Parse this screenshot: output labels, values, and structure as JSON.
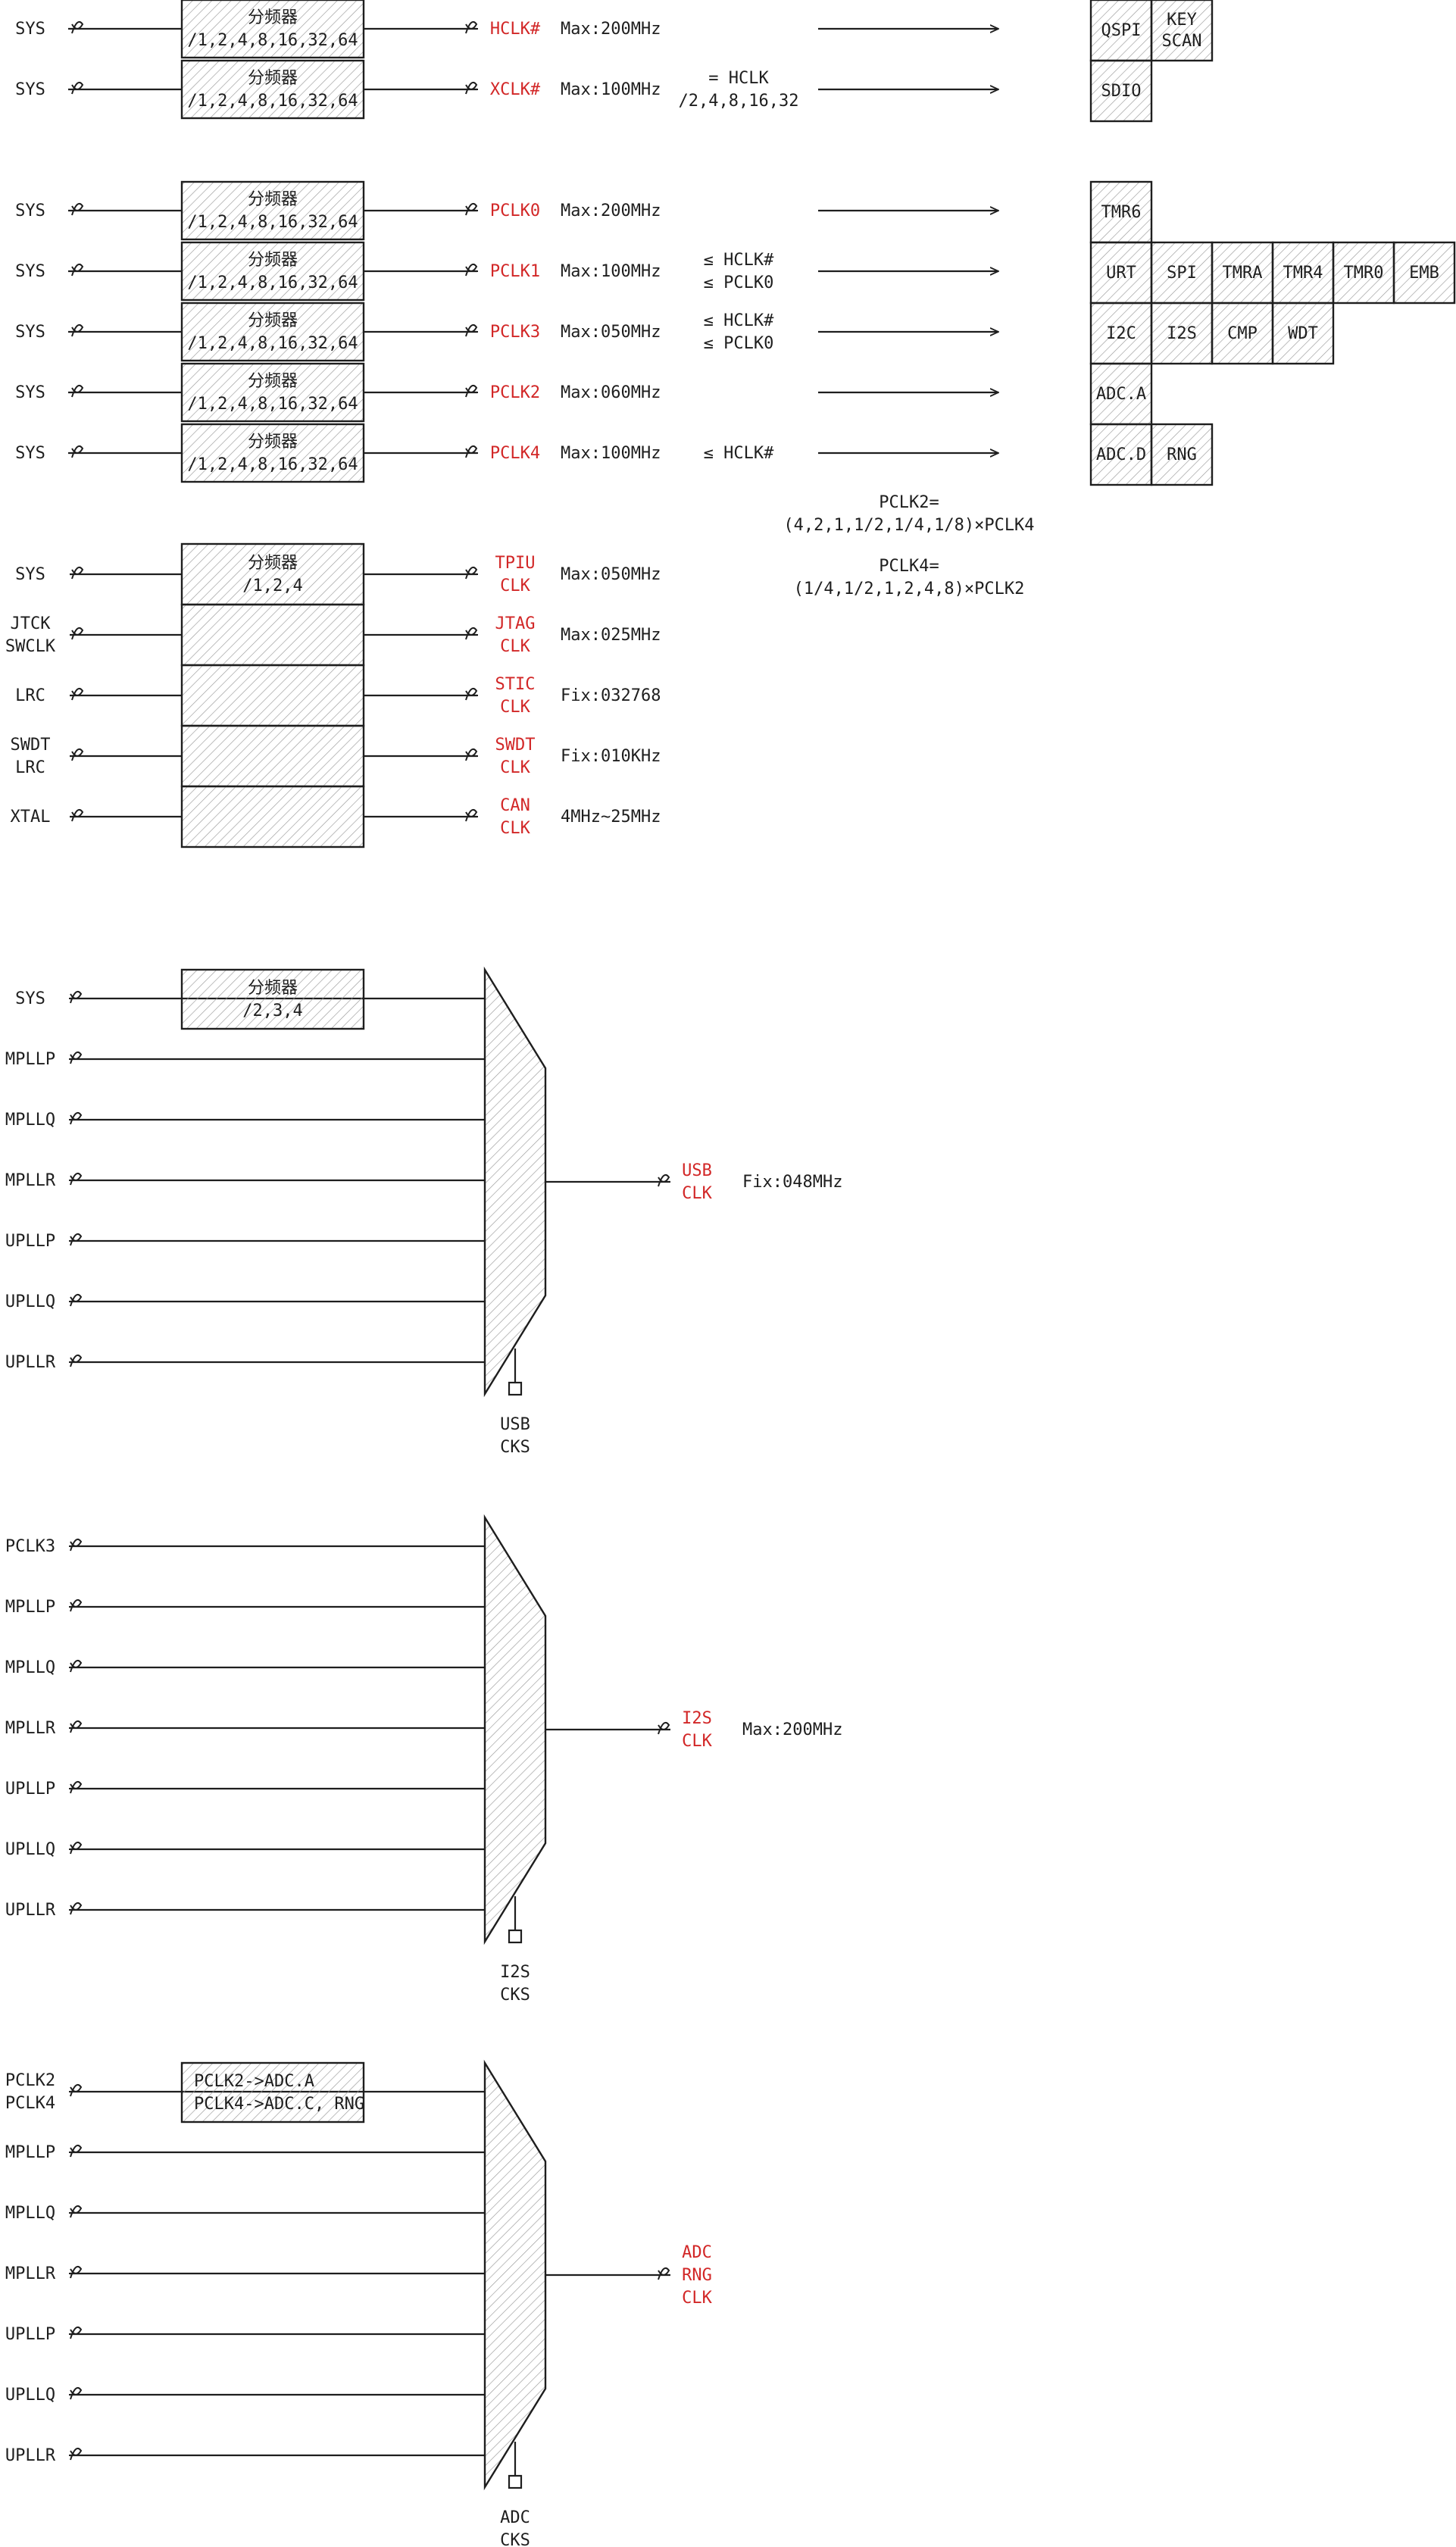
{
  "dividers": [
    {
      "label": "SYS",
      "box": [
        "分频器",
        "/1,2,4,8,16,32,64"
      ],
      "out": "HCLK#",
      "max": "Max:200MHz",
      "note": []
    },
    {
      "label": "SYS",
      "box": [
        "分频器",
        "/1,2,4,8,16,32,64"
      ],
      "out": "XCLK#",
      "max": "Max:100MHz",
      "note": [
        "= HCLK",
        "/2,4,8,16,32"
      ]
    },
    {
      "label": "SYS",
      "box": [
        "分频器",
        "/1,2,4,8,16,32,64"
      ],
      "out": "PCLK0",
      "max": "Max:200MHz",
      "note": []
    },
    {
      "label": "SYS",
      "box": [
        "分频器",
        "/1,2,4,8,16,32,64"
      ],
      "out": "PCLK1",
      "max": "Max:100MHz",
      "note": [
        "≤ HCLK#",
        "≤ PCLK0"
      ]
    },
    {
      "label": "SYS",
      "box": [
        "分频器",
        "/1,2,4,8,16,32,64"
      ],
      "out": "PCLK3",
      "max": "Max:050MHz",
      "note": [
        "≤ HCLK#",
        "≤ PCLK0"
      ]
    },
    {
      "label": "SYS",
      "box": [
        "分频器",
        "/1,2,4,8,16,32,64"
      ],
      "out": "PCLK2",
      "max": "Max:060MHz",
      "note": []
    },
    {
      "label": "SYS",
      "box": [
        "分频器",
        "/1,2,4,8,16,32,64"
      ],
      "out": "PCLK4",
      "max": "Max:100MHz",
      "note": [
        "≤ HCLK#"
      ]
    }
  ],
  "formulas": [
    [
      "PCLK2=",
      "(4,2,1,1/2,1/4,1/8)×PCLK4"
    ],
    [
      "PCLK4=",
      "(1/4,1/2,1,2,4,8)×PCLK2"
    ]
  ],
  "peripheral_rows": [
    [
      "QSPI",
      "KEY\nSCAN"
    ],
    [
      "SDIO"
    ],
    [
      "TMR6"
    ],
    [
      "URT",
      "SPI",
      "TMRA",
      "TMR4",
      "TMR0",
      "EMB"
    ],
    [
      "I2C",
      "I2S",
      "CMP",
      "WDT"
    ],
    [
      "ADC.A"
    ],
    [
      "ADC.D",
      "RNG"
    ]
  ],
  "misc_clocks": [
    {
      "label": [
        "SYS"
      ],
      "box": [
        "分频器",
        "/1,2,4"
      ],
      "out": [
        "TPIU",
        "CLK"
      ],
      "max": "Max:050MHz"
    },
    {
      "label": [
        "JTCK",
        "SWCLK"
      ],
      "box": [],
      "out": [
        "JTAG",
        "CLK"
      ],
      "max": "Max:025MHz"
    },
    {
      "label": [
        "LRC"
      ],
      "box": [],
      "out": [
        "STIC",
        "CLK"
      ],
      "max": "Fix:032768"
    },
    {
      "label": [
        "SWDT",
        "LRC"
      ],
      "box": [],
      "out": [
        "SWDT",
        "CLK"
      ],
      "max": "Fix:010KHz"
    },
    {
      "label": [
        "XTAL"
      ],
      "box": [],
      "out": [
        "CAN",
        "CLK"
      ],
      "max": "4MHz~25MHz"
    }
  ],
  "muxes": [
    {
      "inputs": [
        [
          "SYS"
        ],
        [
          "MPLLP"
        ],
        [
          "MPLLQ"
        ],
        [
          "MPLLR"
        ],
        [
          "UPLLP"
        ],
        [
          "UPLLQ"
        ],
        [
          "UPLLR"
        ]
      ],
      "input_colors": [
        "#1e1e1e",
        "#1e1e1e",
        "#1e1e1e",
        "#1e1e1e",
        "#1e1e1e",
        "#1e1e1e",
        "#1e1e1e"
      ],
      "box": [
        "分频器",
        "/2,3,4"
      ],
      "output": [
        "USB",
        "CLK"
      ],
      "note": "Fix:048MHz",
      "select": [
        "USB",
        "CKS"
      ]
    },
    {
      "inputs": [
        [
          "PCLK3"
        ],
        [
          "MPLLP"
        ],
        [
          "MPLLQ"
        ],
        [
          "MPLLR"
        ],
        [
          "UPLLP"
        ],
        [
          "UPLLQ"
        ],
        [
          "UPLLR"
        ]
      ],
      "input_colors": [
        "#2a8a2a",
        "#1e1e1e",
        "#1e1e1e",
        "#1e1e1e",
        "#1e1e1e",
        "#1e1e1e",
        "#1e1e1e"
      ],
      "box": [],
      "output": [
        "I2S",
        "CLK"
      ],
      "note": "Max:200MHz",
      "select": [
        "I2S",
        "CKS"
      ]
    },
    {
      "inputs": [
        [
          "PCLK2",
          "PCLK4"
        ],
        [
          "MPLLP"
        ],
        [
          "MPLLQ"
        ],
        [
          "MPLLR"
        ],
        [
          "UPLLP"
        ],
        [
          "UPLLQ"
        ],
        [
          "UPLLR"
        ]
      ],
      "input_colors": [
        "#2a8a2a",
        "#1e1e1e",
        "#1e1e1e",
        "#1e1e1e",
        "#1e1e1e",
        "#1e1e1e",
        "#1e1e1e"
      ],
      "box": [
        "PCLK2->ADC.A",
        "PCLK4->ADC.C, RNG"
      ],
      "output": [
        "ADC",
        "RNG",
        "CLK"
      ],
      "note": "",
      "select": [
        "ADC",
        "CKS"
      ]
    }
  ],
  "colors": {
    "ink": "#1e1e1e",
    "output_label": "#d22727",
    "source_label": "#2a8a2a",
    "hatch": "#9a9a9a"
  }
}
